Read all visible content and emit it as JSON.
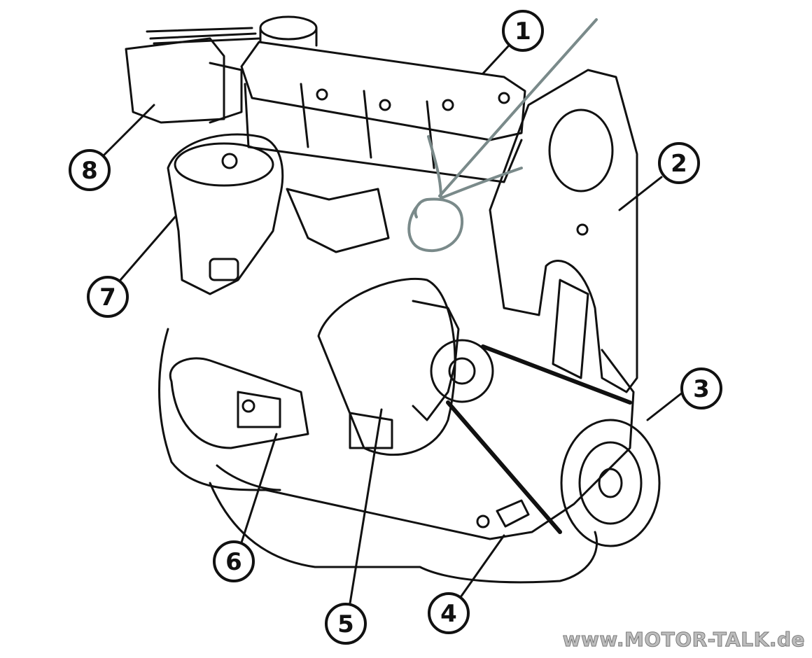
{
  "colors": {
    "ink": "#111111",
    "marker": "#7a8a8a",
    "watermark_fill": "#bdbdbd",
    "watermark_stroke": "#7a7a7a",
    "background": "#ffffff"
  },
  "callouts": [
    {
      "id": "callout-1",
      "label": "1"
    },
    {
      "id": "callout-2",
      "label": "2"
    },
    {
      "id": "callout-3",
      "label": "3"
    },
    {
      "id": "callout-4",
      "label": "4"
    },
    {
      "id": "callout-5",
      "label": "5"
    },
    {
      "id": "callout-6",
      "label": "6"
    },
    {
      "id": "callout-7",
      "label": "7"
    },
    {
      "id": "callout-8",
      "label": "8"
    }
  ],
  "watermark": {
    "text": "www.MOTOR-TALK.de"
  }
}
